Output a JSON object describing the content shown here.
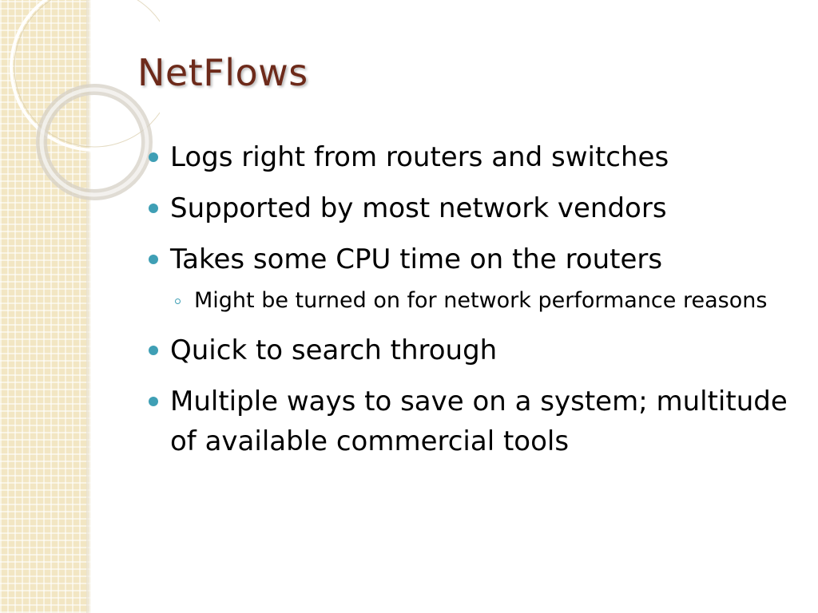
{
  "slide": {
    "title": "NetFlows",
    "bullets": [
      "Logs right from routers and switches",
      "Supported by most network vendors",
      "Takes some CPU time on the routers"
    ],
    "sub_bullet": "Might be turned on for network performance reasons",
    "bullets_after": [
      "Quick to search through",
      "Multiple ways to save on a system; multitude of available commercial tools"
    ]
  },
  "colors": {
    "title": "#6d2a1a",
    "bullet_marker": "#3f9fb5",
    "side_panel": "#f2e6c3"
  },
  "icons": {
    "bullet": "filled-circle",
    "sub_bullet": "hollow-circle"
  }
}
